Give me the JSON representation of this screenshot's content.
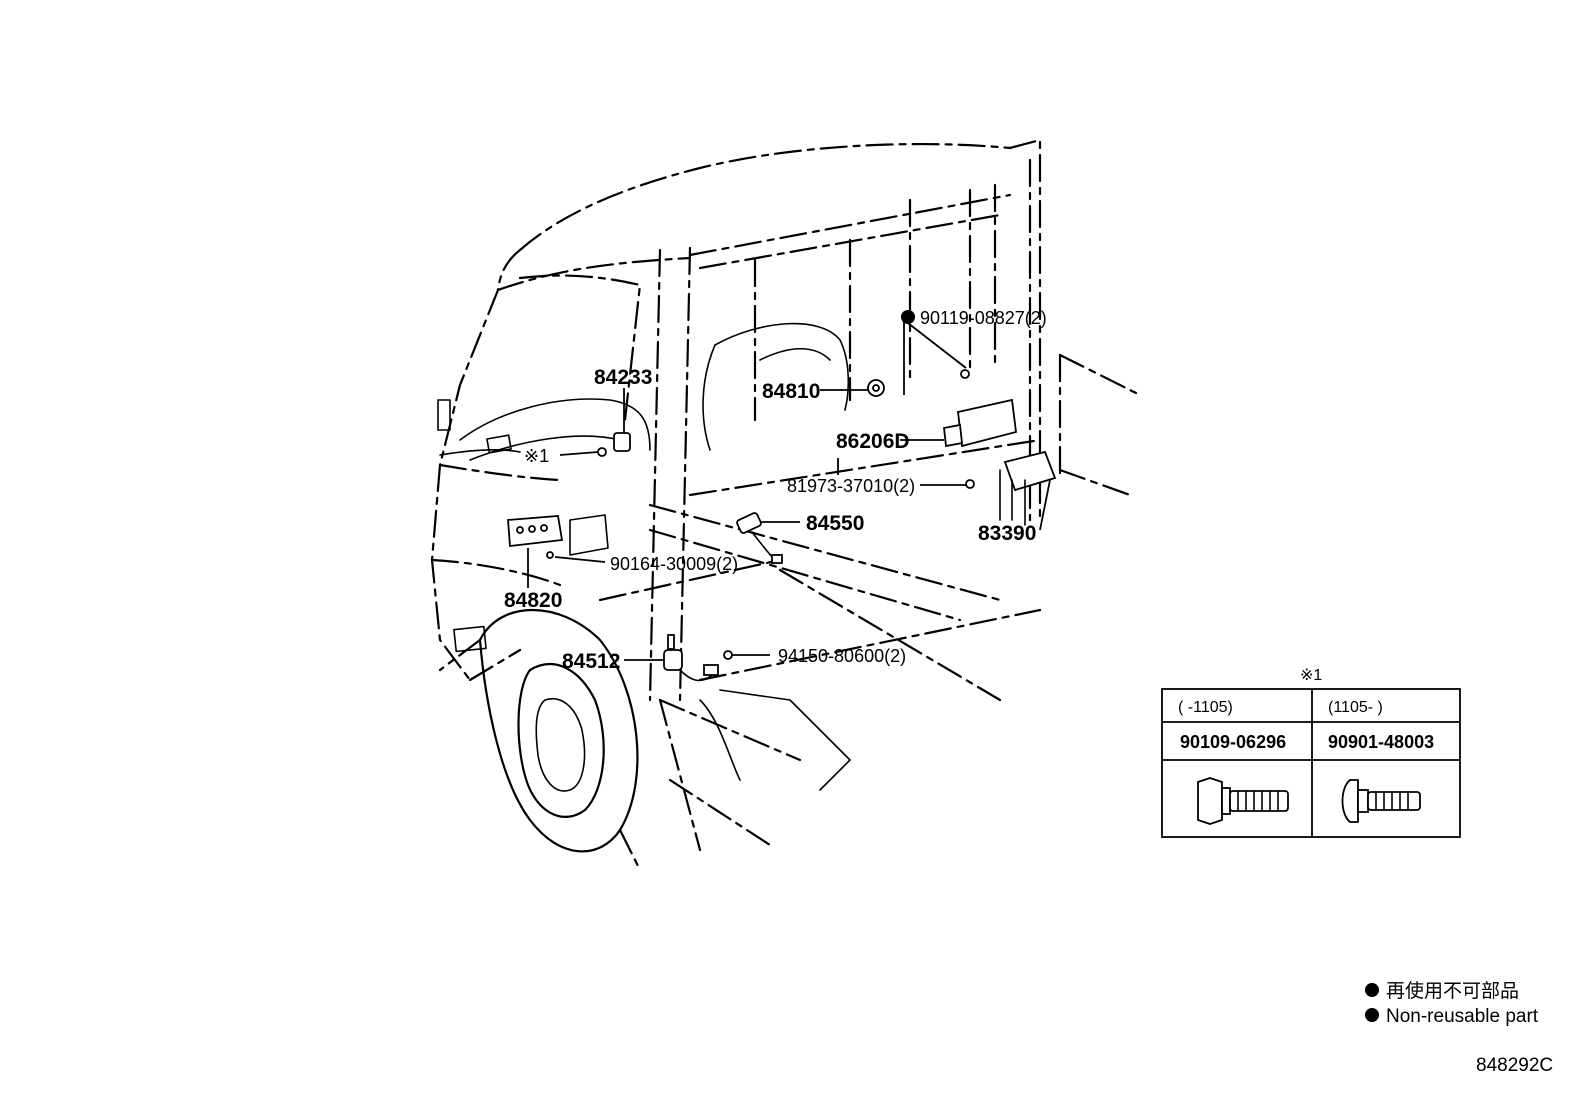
{
  "parts": {
    "p84233": "84233",
    "ref1": "※1",
    "p84810": "84810",
    "p90119": "90119-08827(2)",
    "p86206d": "86206D",
    "p81973": "81973-37010(2)",
    "p84550": "84550",
    "p83390": "83390",
    "p90164": "90164-30009(2)",
    "p84820": "84820",
    "p84512": "84512",
    "p94150": "94150-80600(2)"
  },
  "table": {
    "marker": "※1",
    "col1_range": "(    -1105)",
    "col2_range": "(1105-    )",
    "col1_part": "90109-06296",
    "col2_part": "90901-48003"
  },
  "legend": {
    "line_ja": "再使用不可部品",
    "line_en": "Non-reusable part"
  },
  "figure_id": "848292C"
}
